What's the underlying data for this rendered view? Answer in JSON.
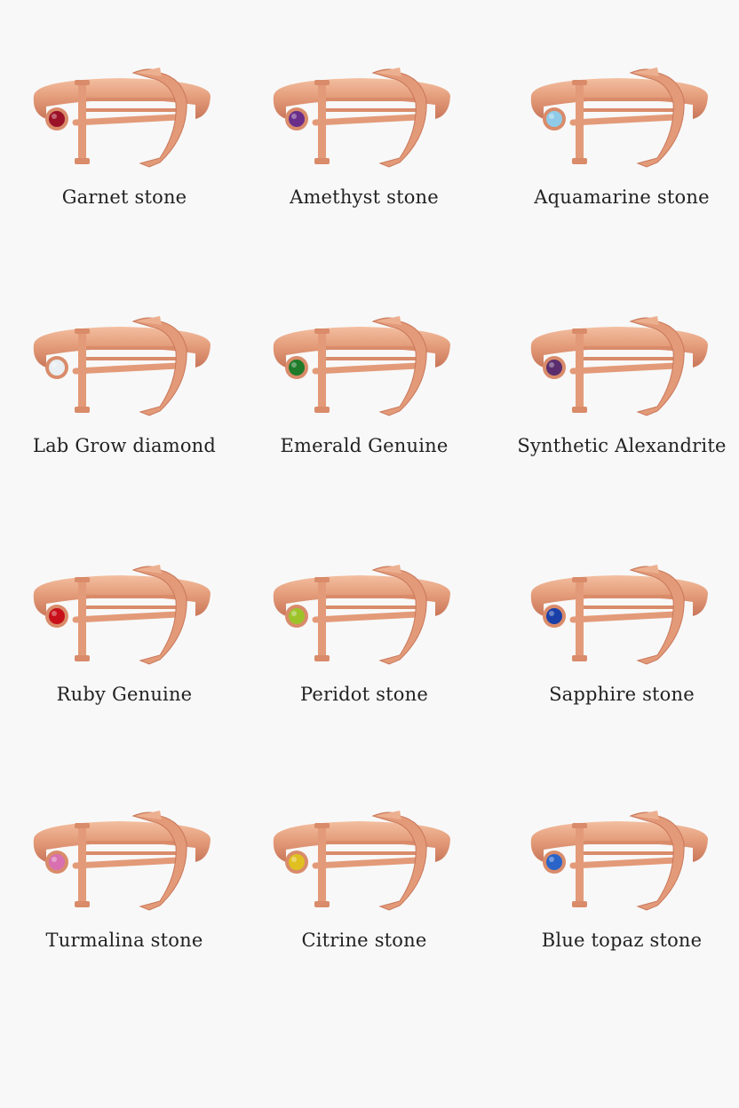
{
  "metal_color": "#e9a07f",
  "items": [
    {
      "label": "Garnet stone",
      "stone": "garnet",
      "stone_color": "#9b1228"
    },
    {
      "label": "Amethyst stone",
      "stone": "amethyst",
      "stone_color": "#6a2e8a"
    },
    {
      "label": "Aquamarine stone",
      "stone": "aquamarine",
      "stone_color": "#8fcbe8"
    },
    {
      "label": "Lab Grow diamond",
      "stone": "lab-grown-diamond",
      "stone_color": "#e8eef2"
    },
    {
      "label": "Emerald Genuine",
      "stone": "emerald",
      "stone_color": "#1f7a2a"
    },
    {
      "label": "Synthetic Alexandrite",
      "stone": "alexandrite",
      "stone_color": "#5a2e6e"
    },
    {
      "label": "Ruby Genuine",
      "stone": "ruby",
      "stone_color": "#c8101a"
    },
    {
      "label": "Peridot stone",
      "stone": "peridot",
      "stone_color": "#9cc42a"
    },
    {
      "label": "Sapphire  stone",
      "stone": "sapphire",
      "stone_color": "#1a3fa8"
    },
    {
      "label": "Turmalina stone",
      "stone": "tourmaline",
      "stone_color": "#d870b0"
    },
    {
      "label": "Citrine stone",
      "stone": "citrine",
      "stone_color": "#e0c020"
    },
    {
      "label": "Blue topaz stone",
      "stone": "blue-topaz",
      "stone_color": "#2a64c8"
    }
  ]
}
